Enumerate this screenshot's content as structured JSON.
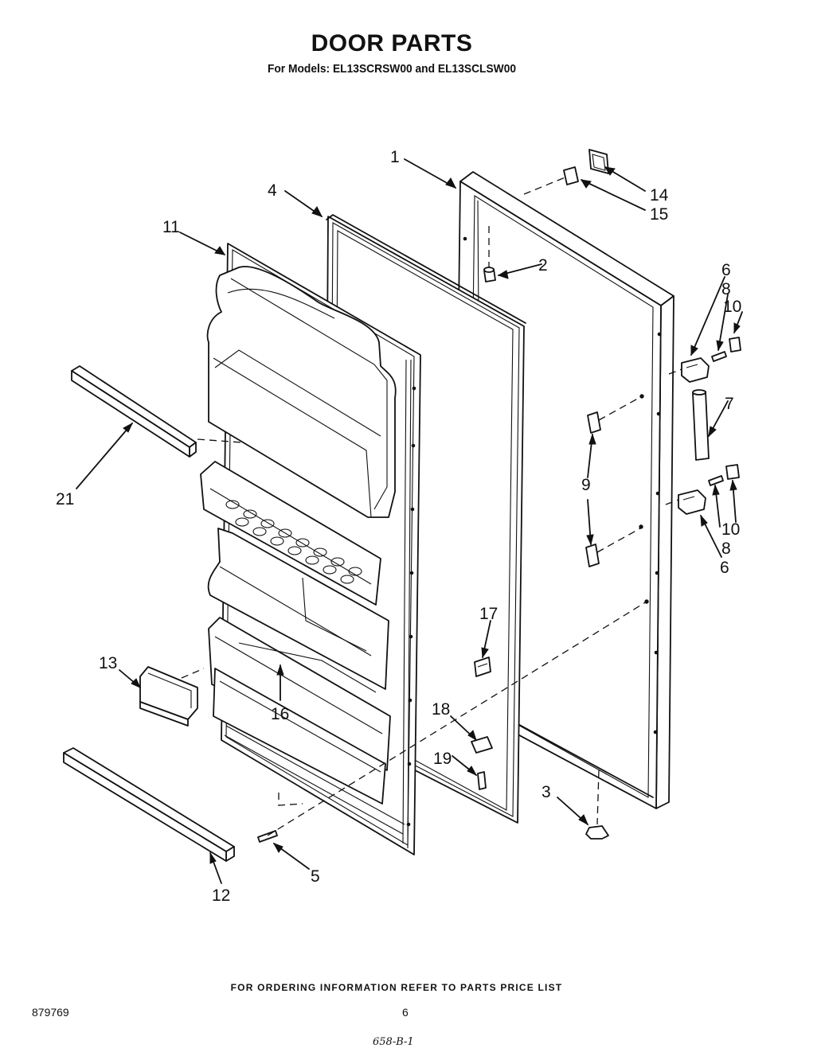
{
  "header": {
    "title": "DOOR PARTS",
    "subtitle": "For Models: EL13SCRSW00  and EL13SCLSW00"
  },
  "callouts": {
    "c1": "1",
    "c2": "2",
    "c3": "3",
    "c4": "4",
    "c5": "5",
    "c6a": "6",
    "c6b": "6",
    "c7": "7",
    "c8a": "8",
    "c8b": "8",
    "c9": "9",
    "c10a": "10",
    "c10b": "10",
    "c11": "11",
    "c12": "12",
    "c13": "13",
    "c14": "14",
    "c15": "15",
    "c16": "16",
    "c17": "17",
    "c18": "18",
    "c19": "19",
    "c21": "21"
  },
  "footer": {
    "note": "FOR ORDERING INFORMATION REFER TO PARTS PRICE LIST",
    "doc_number": "879769",
    "page_number": "6",
    "handwritten": "658-B-1"
  }
}
